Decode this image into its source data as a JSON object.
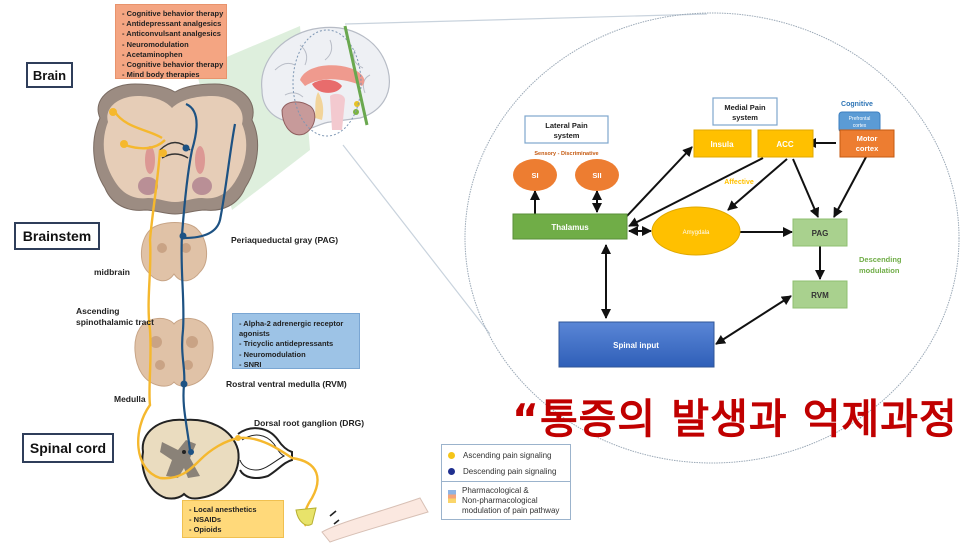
{
  "title": "“통증의 발생과 억제과정 ”",
  "regions": {
    "brain": "Brain",
    "brainstem": "Brainstem",
    "spinal_cord": "Spinal cord"
  },
  "annotations": {
    "pag": "Periaqueductal gray (PAG)",
    "midbrain": "midbrain",
    "ascending_1": "Ascending",
    "ascending_2": "spinothalamic tract",
    "rvm": "Rostral ventral medulla (RVM)",
    "medulla": "Medulla",
    "drg": "Dorsal root ganglion (DRG)"
  },
  "treatment_boxes": {
    "brain": {
      "color": "#f4a582",
      "items": [
        "- Cognitive behavior therapy",
        "- Antidepressant analgesics",
        "- Anticonvulsant analgesics",
        "- Neuromodulation",
        "- Acetaminophen",
        "- Cognitive behavior therapy",
        "- Mind body therapies"
      ]
    },
    "brainstem": {
      "color": "#9dc3e6",
      "items": [
        "- Alpha-2 adrenergic receptor",
        "agonists",
        "- Tricyclic antidepressants",
        "- Neuromodulation",
        "- SNRI"
      ]
    },
    "spinal": {
      "color": "#ffd97a",
      "items": [
        "- Local anesthetics",
        "- NSAIDs",
        "- Opioids"
      ]
    }
  },
  "legend": {
    "ascending": {
      "label": "Ascending pain signaling",
      "color": "#f5c518"
    },
    "descending": {
      "label": "Descending pain signaling",
      "color": "#1f2f8f"
    },
    "modulation": [
      "Pharmacological &",
      "Non-pharmacological",
      "modulation of pain pathway"
    ]
  },
  "pathway_colors": {
    "ascending": "#f5b82e",
    "descending": "#1d5283"
  },
  "flow": {
    "lateral_title": [
      "Lateral Pain",
      "system"
    ],
    "sensory_label": "Sensory - Discriminative",
    "medial_title": [
      "Medial Pain",
      "system"
    ],
    "cognitive_label": "Cognitive",
    "affective_label": "Affective",
    "descending_label": [
      "Descending",
      "modulation"
    ],
    "nodes": {
      "si": "SI",
      "sii": "SII",
      "thalamus": "Thalamus",
      "insula": "Insula",
      "acc": "ACC",
      "prefrontal": [
        "Prefrontal",
        "cortex"
      ],
      "motor": [
        "Motor",
        "cortex"
      ],
      "amygdala": "Amygdala",
      "pag": "PAG",
      "rvm": "RVM",
      "spinal": "Spinal input"
    },
    "colors": {
      "orange": "#ed7d31",
      "green": "#70ad47",
      "yellow": "#ffc000",
      "light_green": "#a9d18e",
      "blue": "#4472c4",
      "light_blue": "#5b9bd5",
      "sensory_text": "#c55a11",
      "affective_text": "#ffc000",
      "descending_text": "#70ad47",
      "cognitive_text": "#2e75b6"
    }
  }
}
